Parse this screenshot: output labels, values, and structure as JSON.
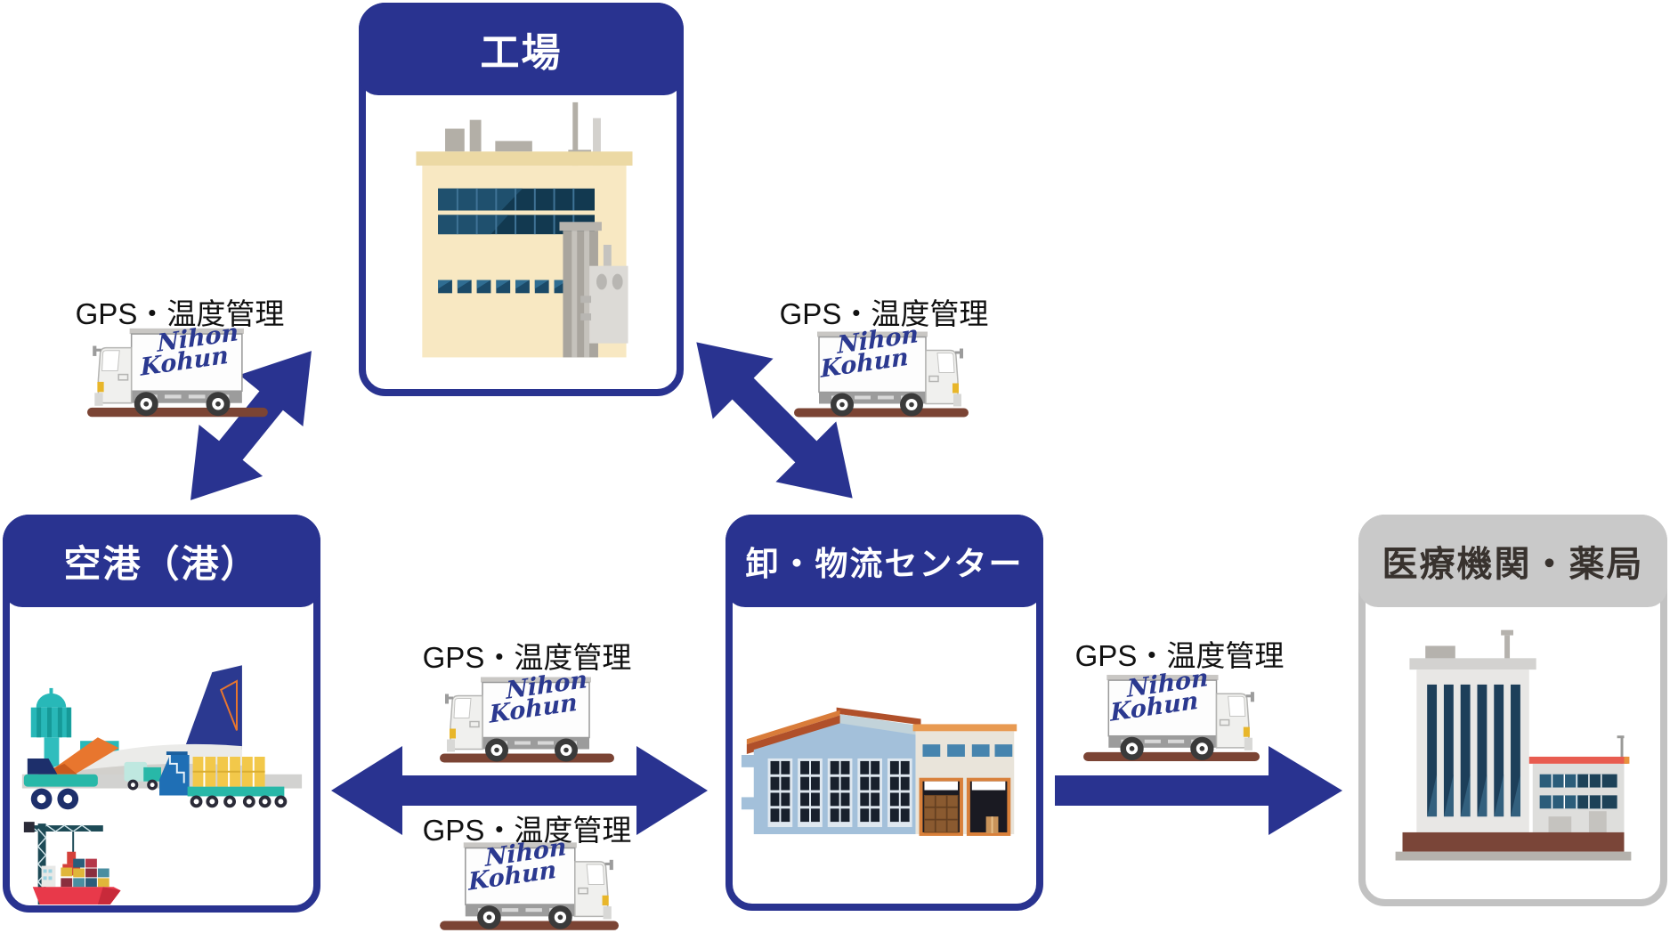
{
  "diagram": {
    "nodes": {
      "factory": {
        "title": "工場"
      },
      "airport": {
        "title": "空港（港）"
      },
      "logistics": {
        "title": "卸・物流センター"
      },
      "medical": {
        "title": "医療機関・薬局"
      }
    },
    "gps_label": "GPS・温度管理",
    "truck_logo": {
      "line1": "Nihon",
      "line2": "Kohun"
    },
    "arrows": [
      {
        "from": "airport",
        "to": "factory",
        "bidirectional": true
      },
      {
        "from": "factory",
        "to": "logistics",
        "bidirectional": true
      },
      {
        "from": "airport",
        "to": "logistics",
        "bidirectional": true
      },
      {
        "from": "logistics",
        "to": "medical",
        "bidirectional": false
      }
    ]
  },
  "colors": {
    "primary_blue": "#293390",
    "medical_header_bg": "#c9c9c9",
    "medical_border": "#c2c2c2",
    "medical_text": "#38322e",
    "truck_logo_blue": "#2b3990",
    "gps_text": "#111111",
    "ground_brown": "#7b4434"
  }
}
